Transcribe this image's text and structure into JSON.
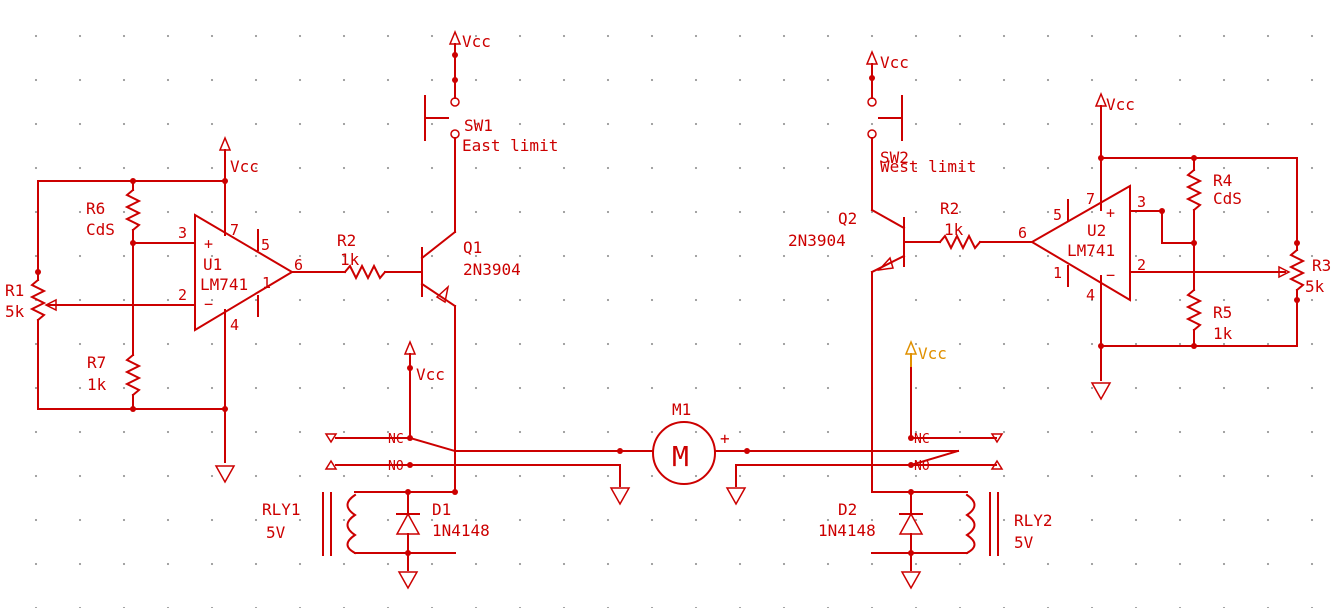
{
  "power_label": "Vcc",
  "power_label_highlight": "Vcc",
  "colors": {
    "wire": "#cc0000",
    "highlight": "#e09000",
    "grid_dot": "#9a9a9a"
  },
  "left": {
    "opamp": {
      "ref": "U1",
      "part": "LM741",
      "pin_noninv": "3",
      "pin_inv": "2",
      "pin_out": "6",
      "pin_vcc": "7",
      "pin_gnd": "4",
      "pin_5": "5",
      "pin_1": "1",
      "plus": "+",
      "minus": "−"
    },
    "r1": {
      "ref": "R1",
      "value": "5k"
    },
    "r6": {
      "ref": "R6",
      "value": "CdS"
    },
    "r7": {
      "ref": "R7",
      "value": "1k"
    },
    "r2": {
      "ref": "R2",
      "value": "1k"
    },
    "q1": {
      "ref": "Q1",
      "part": "2N3904"
    },
    "sw1": {
      "ref": "SW1",
      "note": "East limit"
    },
    "relay": {
      "ref": "RLY1",
      "value": "5V",
      "nc": "NC",
      "no": "NO"
    },
    "diode": {
      "ref": "D1",
      "part": "1N4148"
    }
  },
  "motor": {
    "ref": "M1",
    "symbol": "M",
    "plus": "+"
  },
  "right": {
    "opamp": {
      "ref": "U2",
      "part": "LM741",
      "pin_noninv": "3",
      "pin_inv": "2",
      "pin_out": "6",
      "pin_vcc": "7",
      "pin_gnd": "4",
      "pin_5": "5",
      "pin_1": "1",
      "plus": "+",
      "minus": "−"
    },
    "r3": {
      "ref": "R3",
      "value": "5k"
    },
    "r4": {
      "ref": "R4",
      "value": "CdS"
    },
    "r5": {
      "ref": "R5",
      "value": "1k"
    },
    "r2": {
      "ref": "R2",
      "value": "1k"
    },
    "q2": {
      "ref": "Q2",
      "part": "2N3904"
    },
    "sw2": {
      "ref": "SW2",
      "note": "West limit"
    },
    "relay": {
      "ref": "RLY2",
      "value": "5V",
      "nc": "NC",
      "no": "NO"
    },
    "diode": {
      "ref": "D2",
      "part": "1N4148"
    }
  }
}
